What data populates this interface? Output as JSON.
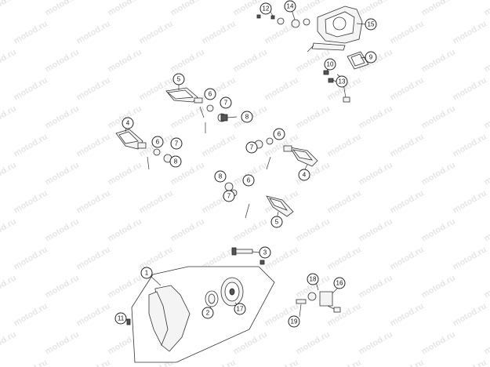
{
  "watermark": "motod.ru",
  "callouts": [
    {
      "id": "c12",
      "label": "12"
    },
    {
      "id": "c14",
      "label": "14"
    },
    {
      "id": "c15",
      "label": "15"
    },
    {
      "id": "c9",
      "label": "9"
    },
    {
      "id": "c10",
      "label": "10"
    },
    {
      "id": "c13",
      "label": "13"
    },
    {
      "id": "c5a",
      "label": "5"
    },
    {
      "id": "c6a",
      "label": "6"
    },
    {
      "id": "c7a",
      "label": "7"
    },
    {
      "id": "c8a",
      "label": "8"
    },
    {
      "id": "c4a",
      "label": "4"
    },
    {
      "id": "c6b",
      "label": "6"
    },
    {
      "id": "c7b",
      "label": "7"
    },
    {
      "id": "c8b",
      "label": "8"
    },
    {
      "id": "c7c",
      "label": "7"
    },
    {
      "id": "c6c",
      "label": "6"
    },
    {
      "id": "c4b",
      "label": "4"
    },
    {
      "id": "c8c",
      "label": "8"
    },
    {
      "id": "c6d",
      "label": "6"
    },
    {
      "id": "c7d",
      "label": "7"
    },
    {
      "id": "c5b",
      "label": "5"
    },
    {
      "id": "c3",
      "label": "3"
    },
    {
      "id": "c1",
      "label": "1"
    },
    {
      "id": "c2",
      "label": "2"
    },
    {
      "id": "c17",
      "label": "17"
    },
    {
      "id": "c11",
      "label": "11"
    },
    {
      "id": "c18",
      "label": "18"
    },
    {
      "id": "c16",
      "label": "16"
    },
    {
      "id": "c19",
      "label": "19"
    }
  ]
}
